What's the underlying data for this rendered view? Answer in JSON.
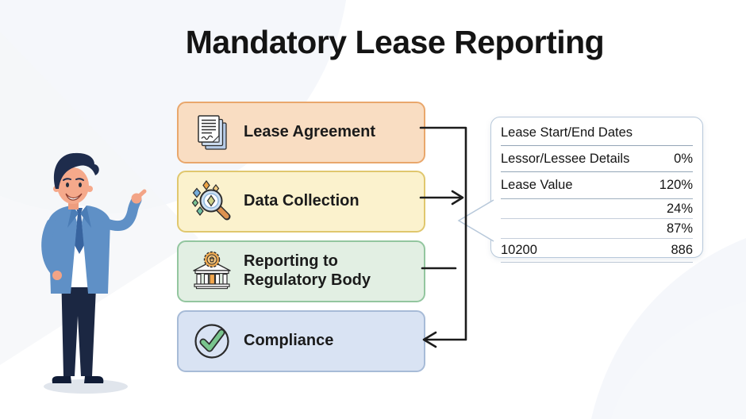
{
  "title": "Mandatory Lease Reporting",
  "steps": [
    {
      "label": "Lease Agreement",
      "icon": "lease-documents-icon",
      "bg": "#f9ddc2",
      "border": "#e9a76c"
    },
    {
      "label": "Data Collection",
      "icon": "magnifier-data-icon",
      "bg": "#fbf2cd",
      "border": "#e0c76e"
    },
    {
      "label": "Reporting to Regulatory Body",
      "line1": "Reporting to",
      "line2": "Regulatory Body",
      "icon": "government-building-icon",
      "bg": "#e2efe3",
      "border": "#93c69f"
    },
    {
      "label": "Compliance",
      "icon": "check-circle-icon",
      "bg": "#d9e3f3",
      "border": "#a7bbd7"
    }
  ],
  "detail_panel": {
    "rows": [
      {
        "label": "Lease Start/End Dates",
        "value": ""
      },
      {
        "label": "Lessor/Lessee Details",
        "value": "0%"
      },
      {
        "label": "Lease Value",
        "value": "120%"
      },
      {
        "label": "",
        "value": "24%"
      },
      {
        "label": "",
        "value": "87%"
      },
      {
        "label": "10200",
        "value": "886"
      }
    ]
  },
  "illustration": "businessman pointing at process steps",
  "colors": {
    "title_text": "#141414",
    "arrow": "#1c1c1c",
    "panel_border": "#b7c8da",
    "panel_bg": "#ffffff",
    "step1_bg": "#f9ddc2",
    "step1_border": "#e9a76c",
    "step2_bg": "#fbf2cd",
    "step2_border": "#e0c76e",
    "step3_bg": "#e2efe3",
    "step3_border": "#93c69f",
    "step4_bg": "#d9e3f3",
    "step4_border": "#a7bbd7"
  }
}
